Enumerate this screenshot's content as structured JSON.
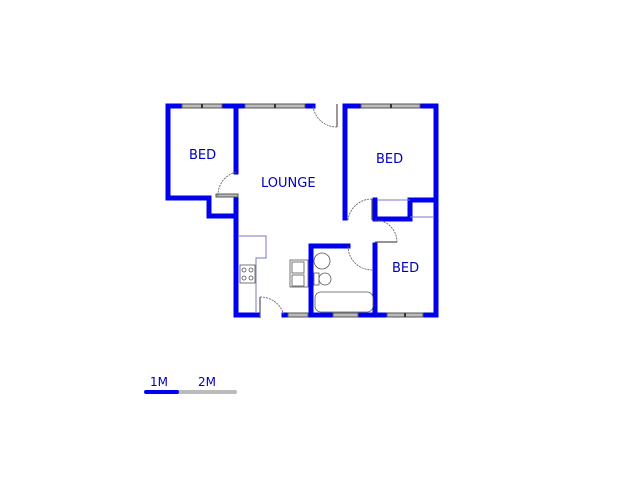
{
  "rooms": [
    {
      "id": "bed-1",
      "label": "BED"
    },
    {
      "id": "lounge",
      "label": "LOUNGE"
    },
    {
      "id": "bed-2",
      "label": "BED"
    },
    {
      "id": "bed-3",
      "label": "BED"
    }
  ],
  "scale_bar": {
    "labels": [
      "1M",
      "2M"
    ],
    "colors": {
      "primary": "#0000ee",
      "secondary": "#bbbbbb"
    }
  },
  "colors": {
    "wall": "#0000ee",
    "label": "#0000bb",
    "window": "#bbbbbb"
  }
}
